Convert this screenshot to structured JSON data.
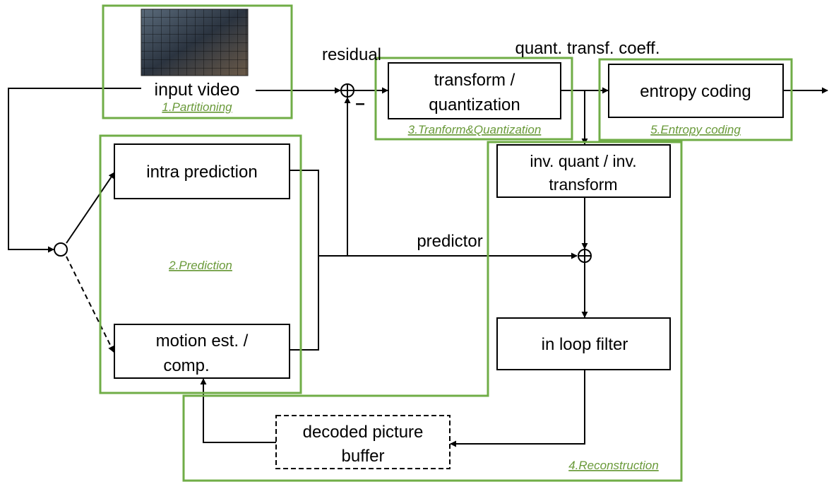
{
  "colors": {
    "stage_border": "#70ad47",
    "stage_text": "#6a9a3a",
    "line": "#000000"
  },
  "labels": {
    "input_video": "input video",
    "residual": "residual",
    "quant_coeff": "quant. transf. coeff.",
    "predictor": "predictor",
    "minus_sign": "–"
  },
  "blocks": {
    "transform_l1": "transform /",
    "transform_l2": "quantization",
    "entropy": "entropy coding",
    "inv_l1": "inv. quant / inv.",
    "inv_l2": "transform",
    "intra": "intra prediction",
    "motion_l1": "motion est. /",
    "motion_l2": "comp.",
    "loop_filter": "in loop filter",
    "dpb_l1": "decoded picture",
    "dpb_l2": "buffer"
  },
  "stages": {
    "partitioning": "1.Partitioning",
    "prediction": "2.Prediction",
    "transform_quant": "3.Tranform&Quantization",
    "reconstruction": "4.Reconstruction",
    "entropy": "5.Entropy coding"
  },
  "thumbnail": {
    "icon": "video-frame-grid-icon"
  }
}
